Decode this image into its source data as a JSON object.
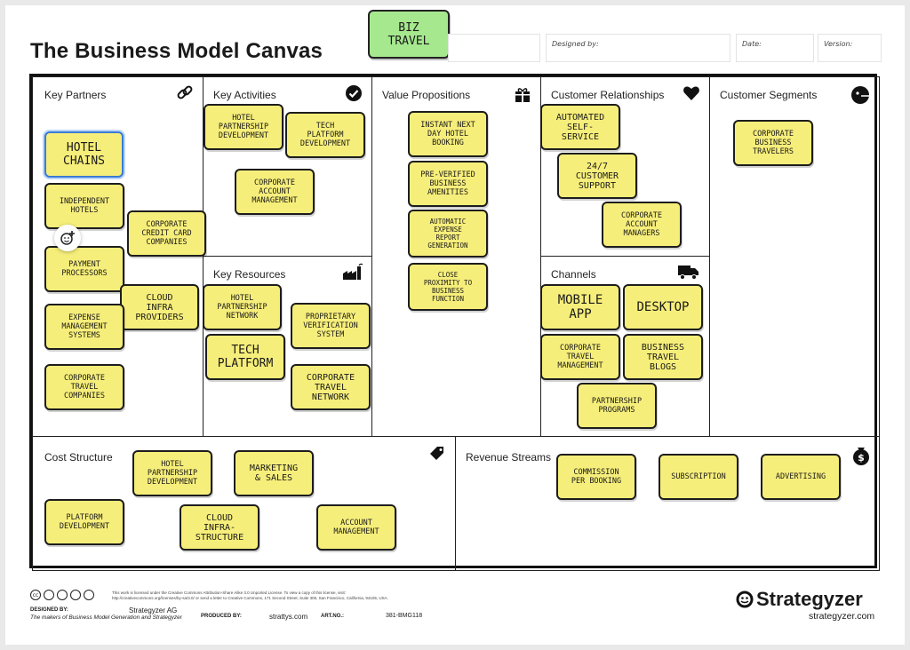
{
  "header": {
    "title": "The Business Model Canvas",
    "biz_note": "BIZ\nTRAVEL",
    "designed_for_label": "",
    "designed_by_label": "Designed by:",
    "date_label": "Date:",
    "version_label": "Version:"
  },
  "blocks": {
    "key_partners": "Key Partners",
    "key_activities": "Key Activities",
    "key_resources": "Key Resources",
    "value_propositions": "Value Propositions",
    "customer_relationships": "Customer Relationships",
    "channels": "Channels",
    "customer_segments": "Customer Segments",
    "cost_structure": "Cost Structure",
    "revenue_streams": "Revenue Streams"
  },
  "icons": {
    "key_partners": "link-icon",
    "key_activities": "check-icon",
    "key_resources": "factory-icon",
    "value_propositions": "gift-icon",
    "customer_relationships": "heart-icon",
    "channels": "truck-icon",
    "customer_segments": "face-icon",
    "cost_structure": "tag-icon",
    "revenue_streams": "money-bag-icon"
  },
  "stickies": {
    "kp_hotel_chains": "HOTEL\nCHAINS",
    "kp_independent_hotels": "INDEPENDENT\nHOTELS",
    "kp_corporate_credit": "CORPORATE\nCREDIT CARD\nCOMPANIES",
    "kp_payment_processors": "PAYMENT\nPROCESSORS",
    "kp_cloud_infra": "CLOUD\nINFRA\nPROVIDERS",
    "kp_expense_management": "EXPENSE\nMANAGEMENT\nSYSTEMS",
    "kp_corporate_travel": "CORPORATE\nTRAVEL\nCOMPANIES",
    "ka_hotel_partnership": "HOTEL\nPARTNERSHIP\nDEVELOPMENT",
    "ka_tech_platform": "TECH\nPLATFORM\nDEVELOPMENT",
    "ka_corporate_account": "CORPORATE\nACCOUNT\nMANAGEMENT",
    "kr_hotel_network": "HOTEL\nPARTNERSHIP\nNETWORK",
    "kr_proprietary": "PROPRIETARY\nVERIFICATION\nSYSTEM",
    "kr_tech_platform": "TECH\nPLATFORM",
    "kr_corporate_network": "CORPORATE\nTRAVEL\nNETWORK",
    "vp_instant": "INSTANT NEXT\nDAY HOTEL\nBOOKING",
    "vp_preverified": "PRE-VERIFIED\nBUSINESS\nAMENITIES",
    "vp_expense_report": "AUTOMATIC\nEXPENSE\nREPORT\nGENERATION",
    "vp_proximity": "CLOSE\nPROXIMITY TO\nBUSINESS\nFUNCTION",
    "cr_automated": "AUTOMATED\nSELF-\nSERVICE",
    "cr_support": "24/7\nCUSTOMER\nSUPPORT",
    "cr_account_managers": "CORPORATE\nACCOUNT\nMANAGERS",
    "ch_mobile": "MOBILE\nAPP",
    "ch_desktop": "DESKTOP",
    "ch_corporate_travel": "CORPORATE\nTRAVEL\nMANAGEMENT",
    "ch_blogs": "BUSINESS\nTRAVEL\nBLOGS",
    "ch_partnership": "PARTNERSHIP\nPROGRAMS",
    "cs_corporate": "CORPORATE\nBUSINESS\nTRAVELERS",
    "cost_hotel": "HOTEL\nPARTNERSHIP\nDEVELOPMENT",
    "cost_marketing": "MARKETING\n& SALES",
    "cost_platform": "PLATFORM\nDEVELOPMENT",
    "cost_cloud": "CLOUD\nINFRA-\nSTRUCTURE",
    "cost_account": "ACCOUNT\nMANAGEMENT",
    "rev_commission": "COMMISSION\nPER BOOKING",
    "rev_subscription": "SUBSCRIPTION",
    "rev_advertising": "ADVERTISING"
  },
  "footer": {
    "license_text": "This work is licensed under the Creative Commons Attribution-Share Alike 3.0 Unported License. To view a copy of this license, visit:",
    "license_url": "http://creativecommons.org/licenses/by-sa/3.0/ or send a letter to Creative Commons, 171 Second Street, Suite 300, San Francisco, California, 94105, USA.",
    "designed_by_label": "DESIGNED BY:",
    "designed_by_value": "Strategyzer AG",
    "makers_text": "The makers of Business Model Generation and Strategyzer",
    "produced_by_label": "PRODUCED BY:",
    "produced_by_value": "strattys.com",
    "art_no_label": "ART.NO.:",
    "art_no_value": "381-BMG118",
    "brand": "Strategyzer",
    "brand_url": "strategyzer.com"
  }
}
